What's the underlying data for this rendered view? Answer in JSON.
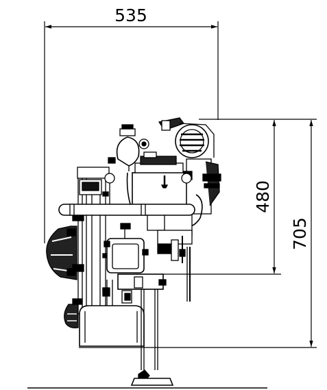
{
  "dimensions": {
    "width": "535",
    "height_upper": "480",
    "height_total": "705"
  }
}
